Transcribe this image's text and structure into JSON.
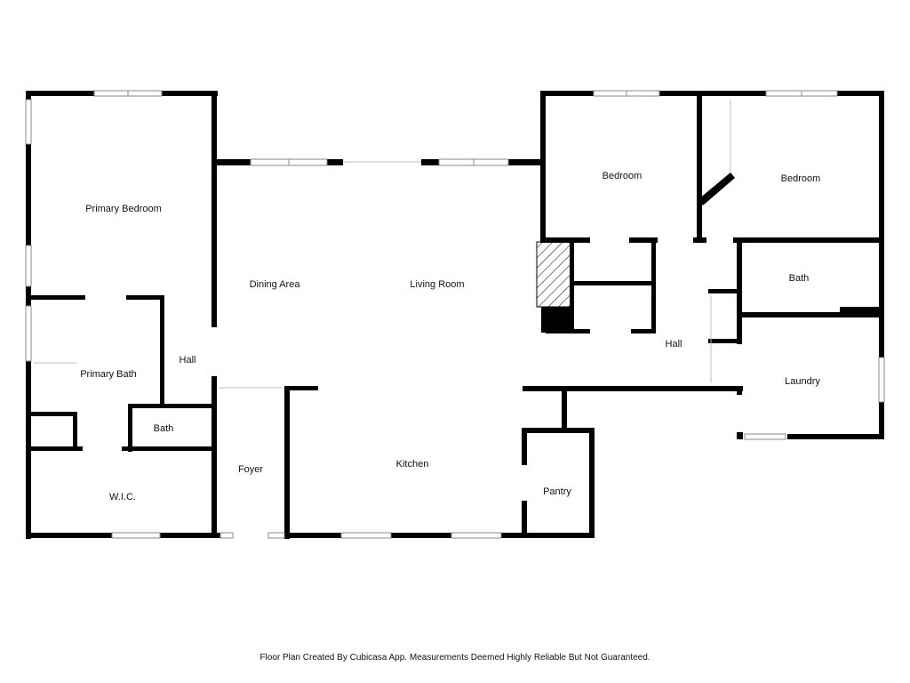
{
  "rooms": {
    "primary_bedroom": "Primary Bedroom",
    "dining_area": "Dining Area",
    "living_room": "Living Room",
    "bedroom_1": "Bedroom",
    "bedroom_2": "Bedroom",
    "bath_upper": "Bath",
    "hall_left": "Hall",
    "primary_bath": "Primary Bath",
    "bath_small": "Bath",
    "hall_right": "Hall",
    "laundry": "Laundry",
    "foyer": "Foyer",
    "kitchen": "Kitchen",
    "pantry": "Pantry",
    "wic": "W.I.C."
  },
  "footer": {
    "disclaimer": "Floor Plan Created By Cubicasa App. Measurements Deemed Highly Reliable But Not Guaranteed."
  },
  "colors": {
    "wall": "#000000",
    "window_frame": "#8a8a8a",
    "background": "#ffffff"
  }
}
